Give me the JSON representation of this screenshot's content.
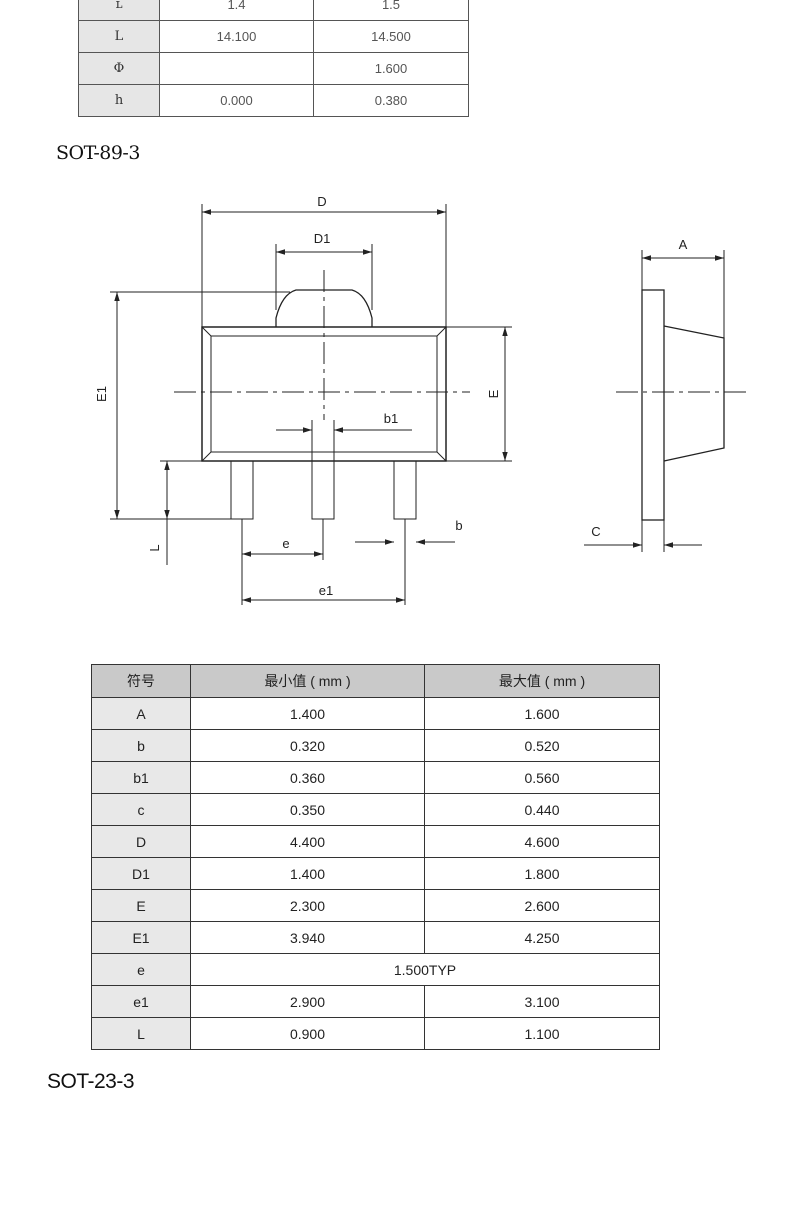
{
  "top_table": {
    "rows": [
      {
        "sym": "L",
        "min": "14.100",
        "max": "14.500"
      },
      {
        "sym": "Φ",
        "min": "",
        "max": "1.600"
      },
      {
        "sym": "h",
        "min": "0.000",
        "max": "0.380"
      }
    ]
  },
  "section_sot89": {
    "title": "SOT-89-3",
    "diagram_labels": {
      "D": "D",
      "D1": "D1",
      "E1": "E1",
      "E": "E",
      "b1": "b1",
      "L": "L",
      "e": "e",
      "e1": "e1",
      "b": "b",
      "A": "A",
      "C": "C"
    },
    "table": {
      "headers": [
        "符号",
        "最小值 ( mm )",
        "最大值 ( mm )"
      ],
      "rows": [
        {
          "sym": "A",
          "min": "1.400",
          "max": "1.600"
        },
        {
          "sym": "b",
          "min": "0.320",
          "max": "0.520"
        },
        {
          "sym": "b1",
          "min": "0.360",
          "max": "0.560"
        },
        {
          "sym": "c",
          "min": "0.350",
          "max": "0.440"
        },
        {
          "sym": "D",
          "min": "4.400",
          "max": "4.600"
        },
        {
          "sym": "D1",
          "min": "1.400",
          "max": "1.800"
        },
        {
          "sym": "E",
          "min": "2.300",
          "max": "2.600"
        },
        {
          "sym": "E1",
          "min": "3.940",
          "max": "4.250"
        },
        {
          "sym": "e",
          "span": "1.500TYP"
        },
        {
          "sym": "e1",
          "min": "2.900",
          "max": "3.100"
        },
        {
          "sym": "L",
          "min": "0.900",
          "max": "1.100"
        }
      ]
    }
  },
  "section_sot23": {
    "title": "SOT-23-3"
  }
}
